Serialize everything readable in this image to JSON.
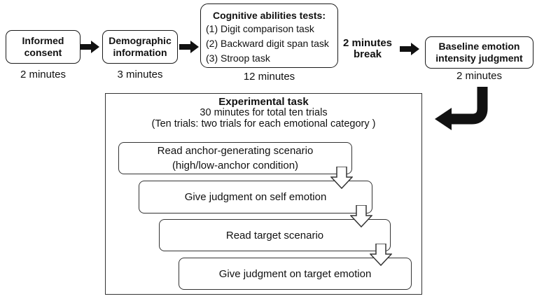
{
  "colors": {
    "ink": "#111111",
    "background": "#ffffff"
  },
  "top_row": {
    "steps": [
      {
        "label": "Informed\nconsent",
        "duration": "2 minutes"
      },
      {
        "label": "Demographic\ninformation",
        "duration": "3 minutes"
      },
      {
        "title": "Cognitive abilities tests:",
        "items": [
          "(1) Digit comparison task",
          "(2) Backward digit span task",
          "(3) Stroop task"
        ],
        "duration": "12 minutes"
      },
      {
        "label": "2 minutes\nbreak"
      },
      {
        "label": "Baseline emotion\nintensity judgment",
        "duration": "2 minutes"
      }
    ]
  },
  "experimental": {
    "title": "Experimental task",
    "subtitle_line1": "30 minutes for total ten trials",
    "subtitle_line2": "(Ten trials: two trials for each emotional category )",
    "steps": [
      {
        "label": "Read anchor-generating scenario\n(high/low-anchor condition)"
      },
      {
        "label": "Give judgment on self emotion"
      },
      {
        "label": "Read target scenario"
      },
      {
        "label": "Give judgment on target emotion"
      }
    ]
  }
}
